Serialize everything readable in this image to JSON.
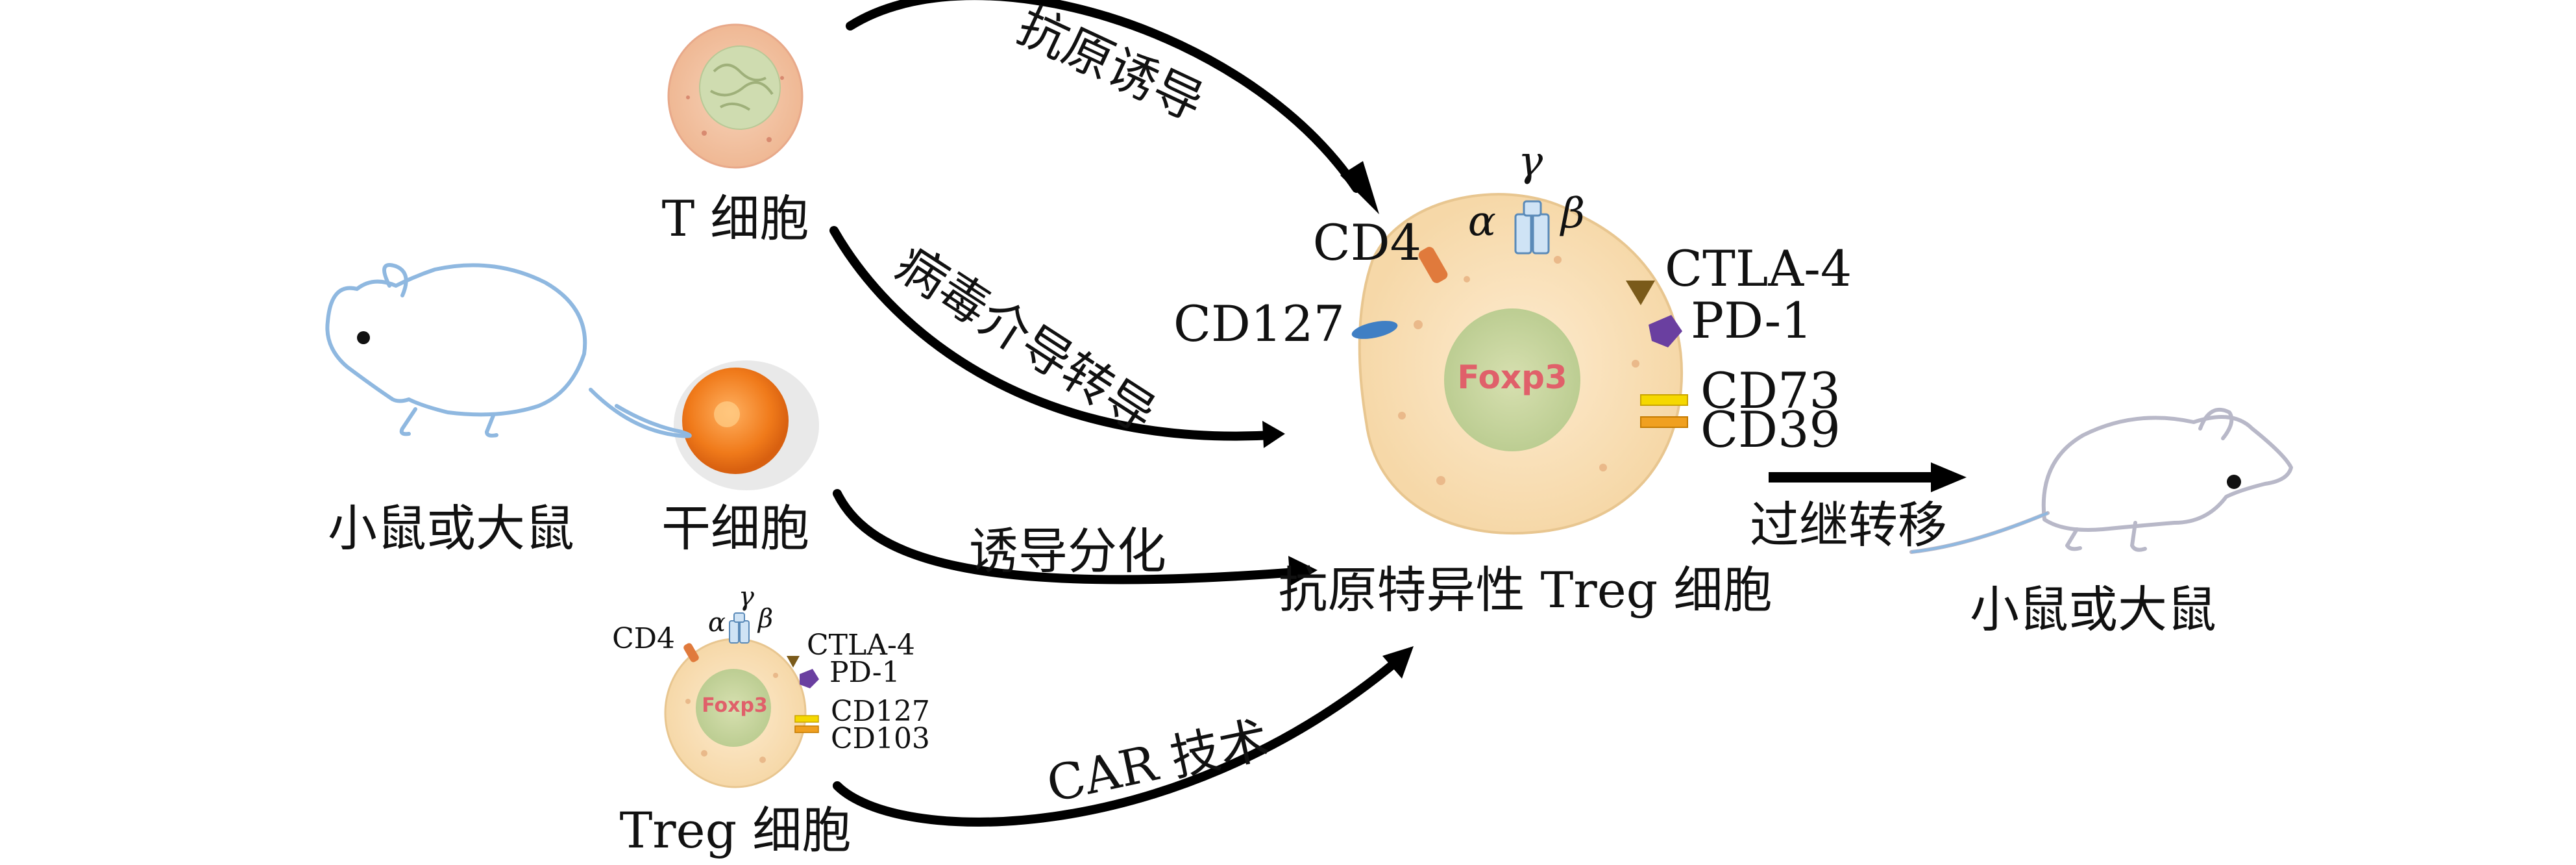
{
  "sources": {
    "t_cell": "T 细胞",
    "stem_cell": "干细胞",
    "mouse_or_rat_left": "小鼠或大鼠",
    "treg_cell": "Treg 细胞"
  },
  "methods": {
    "antigen_induction": "抗原诱导",
    "viral_transduction": "病毒介导转导",
    "induced_differentiation": "诱导分化",
    "car_technology": "CAR 技术"
  },
  "center_cell": {
    "title": "抗原特异性 Treg 细胞",
    "nucleus_label": "Foxp3",
    "markers": {
      "cd4": "CD4",
      "cd127": "CD127",
      "ctla4": "CTLA-4",
      "pd1": "PD-1",
      "cd73": "CD73",
      "cd39": "CD39"
    },
    "tcr_chains": {
      "alpha": "α",
      "beta": "β",
      "gamma": "γ"
    }
  },
  "small_treg_cell": {
    "nucleus_label": "Foxp3",
    "markers": {
      "cd4": "CD4",
      "ctla4": "CTLA-4",
      "pd1": "PD-1",
      "cd127": "CD127",
      "cd103": "CD103"
    },
    "tcr_chains": {
      "alpha": "α",
      "beta": "β",
      "gamma": "γ"
    }
  },
  "transfer": {
    "label": "过继转移",
    "target": "小鼠或大鼠"
  },
  "colors": {
    "cell_body": "#fbe3c0",
    "nucleus": "#c9d6a0",
    "cd4": "#e07a3c",
    "cd127": "#3f7fc4",
    "ctla4": "#7a5a1a",
    "pd1": "#6a3fa0",
    "cd73": "#f5d800",
    "cd39": "#f0a020",
    "mouse_outline": "#8fb8e0",
    "arrow": "#000000"
  }
}
